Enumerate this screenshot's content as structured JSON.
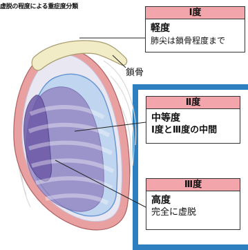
{
  "title": "虚脱の程度による重症度分類",
  "clavicle_label": "鎖骨",
  "grades": [
    {
      "grade": "Ⅰ度",
      "name": "軽度",
      "desc": "肺尖は鎖骨程度まで"
    },
    {
      "grade": "Ⅱ度",
      "name": "中等度",
      "desc": "Ⅰ度とⅢ度の中間"
    },
    {
      "grade": "Ⅲ度",
      "name": "高度",
      "desc": "完全に虚脱"
    }
  ],
  "colors": {
    "header_pink": "#f2a5ab",
    "frame_blue": "#2e7fc0",
    "pleura_pink": "#e8a0a0",
    "lung_blue": "#bcd4ef",
    "lung_purple": "#8f7fc0",
    "collapsed_purple": "#6e5aa8",
    "clavicle_cream": "#f1ebc6"
  }
}
